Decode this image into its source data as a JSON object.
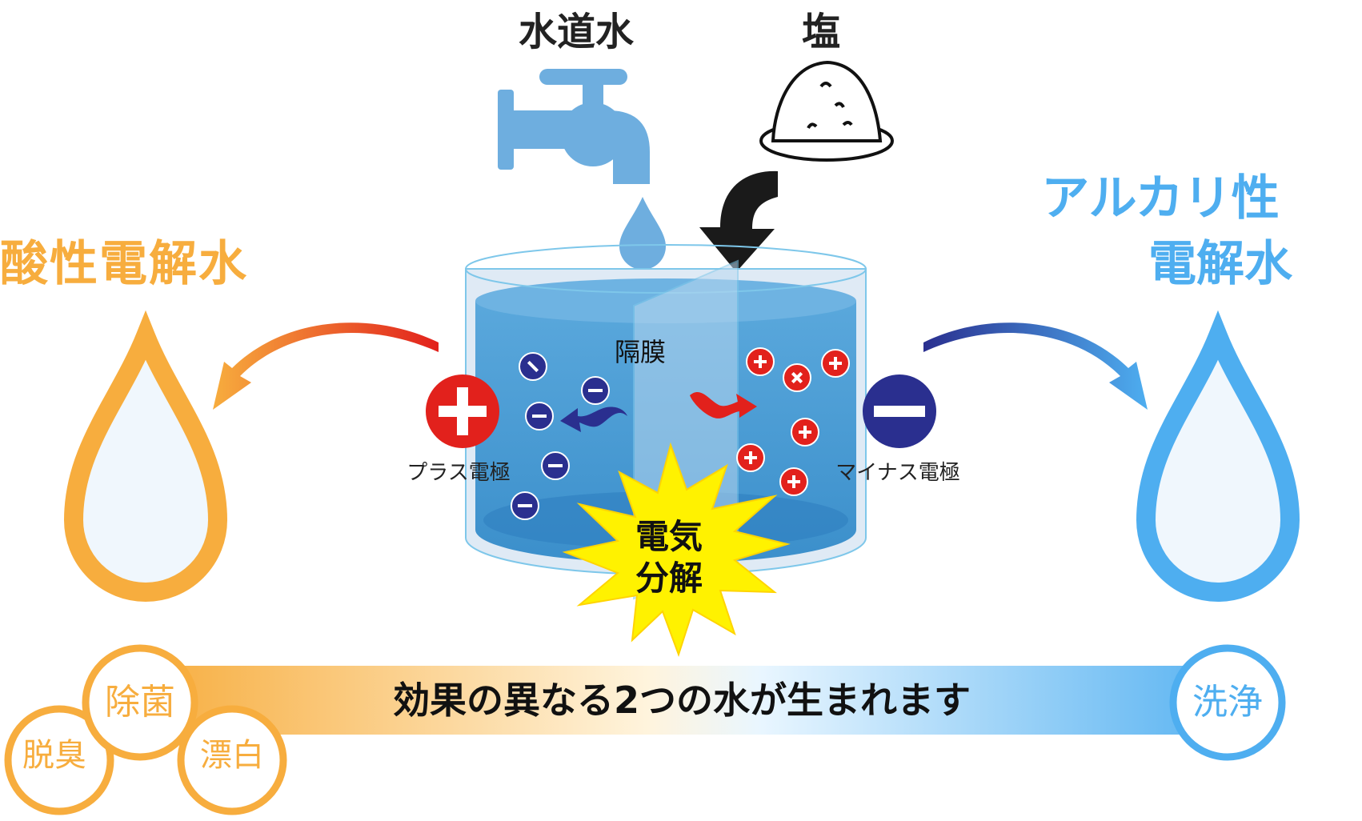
{
  "labels": {
    "tap_water": "水道水",
    "salt": "塩",
    "acidic_water": "酸性電解水",
    "alkaline_line1": "アルカリ性",
    "alkaline_line2": "電解水",
    "membrane": "隔膜",
    "plus_electrode": "プラス電極",
    "minus_electrode": "マイナス電極",
    "electrolysis_line1": "電気",
    "electrolysis_line2": "分解",
    "banner": "効果の異なる2つの水が生まれます",
    "acid_uses": [
      "除菌",
      "脱臭",
      "漂白"
    ],
    "alkaline_use": "洗浄"
  },
  "colors": {
    "acid": "#f7ad3e",
    "alkaline": "#4eaef0",
    "water": "#4b9fd6",
    "tap": "#6eaedf",
    "plus_red": "#e2211c",
    "minus_navy": "#2a2f8f",
    "burst": "#fff200"
  },
  "icons": [
    "faucet-icon",
    "salt-pile-icon",
    "water-drop-icon",
    "plus-electrode-icon",
    "minus-electrode-icon"
  ]
}
